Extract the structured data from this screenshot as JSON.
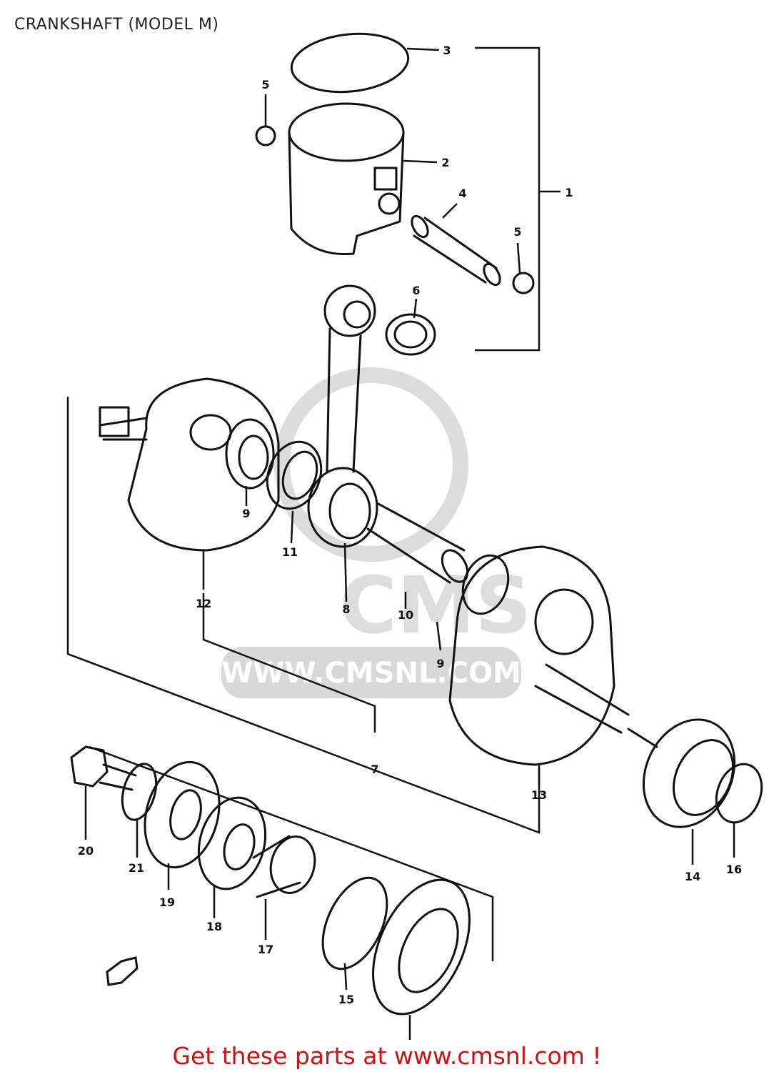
{
  "title": "CRANKSHAFT (MODEL M)",
  "watermark": "WWW.CMSNL.COM",
  "watermark_logo_text": "CMS",
  "footer": "Get these parts at www.cmsnl.com !",
  "colors": {
    "footer": "#cc1111",
    "lines": "#111111",
    "watermark": "#d8d8d8"
  },
  "parts": [
    {
      "num": "1"
    },
    {
      "num": "2"
    },
    {
      "num": "3"
    },
    {
      "num": "4"
    },
    {
      "num": "5"
    },
    {
      "num": "5"
    },
    {
      "num": "6"
    },
    {
      "num": "7"
    },
    {
      "num": "8"
    },
    {
      "num": "9"
    },
    {
      "num": "9"
    },
    {
      "num": "10"
    },
    {
      "num": "11"
    },
    {
      "num": "12"
    },
    {
      "num": "13"
    },
    {
      "num": "14"
    },
    {
      "num": "15"
    },
    {
      "num": "16"
    },
    {
      "num": "17"
    },
    {
      "num": "18"
    },
    {
      "num": "19"
    },
    {
      "num": "20"
    },
    {
      "num": "21"
    }
  ]
}
